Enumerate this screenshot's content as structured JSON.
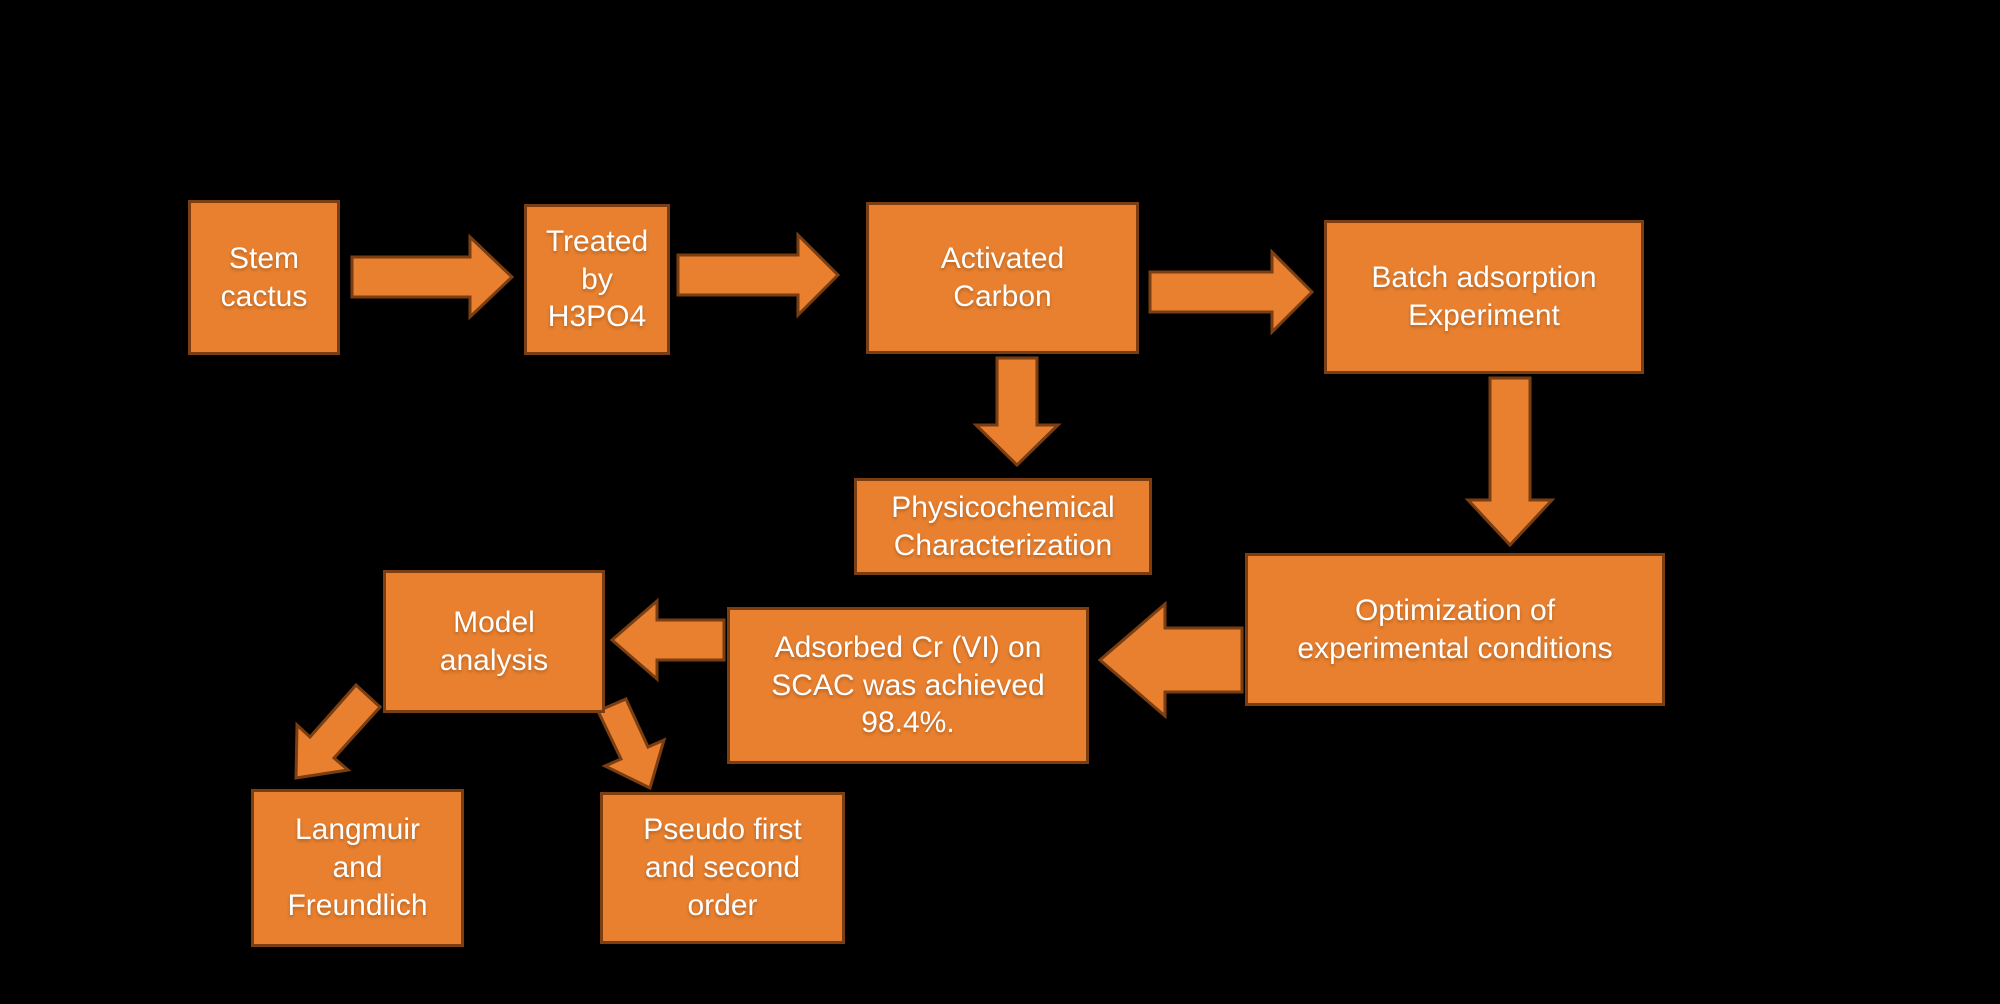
{
  "colors": {
    "background": "#000000",
    "box_fill": "#E8802F",
    "box_border": "#7A3E12",
    "text": "#FFFFFF"
  },
  "diagram": {
    "type": "flowchart",
    "nodes": {
      "stem": {
        "label": "Stem\ncactus"
      },
      "treated": {
        "label": "Treated\nby\nH3PO4"
      },
      "activated": {
        "label": "Activated\nCarbon"
      },
      "batch": {
        "label": "Batch adsorption\nExperiment"
      },
      "physico": {
        "label": "Physicochemical\nCharacterization"
      },
      "optimization": {
        "label": "Optimization of\nexperimental conditions"
      },
      "adsorbed": {
        "label": "Adsorbed Cr (VI) on\nSCAC was achieved\n98.4%."
      },
      "model": {
        "label": "Model\nanalysis"
      },
      "langmuir": {
        "label": "Langmuir\nand\nFreundlich"
      },
      "pseudo": {
        "label": "Pseudo first\nand second\norder"
      }
    },
    "edges": [
      {
        "from": "stem",
        "to": "treated",
        "direction": "right"
      },
      {
        "from": "treated",
        "to": "activated",
        "direction": "right"
      },
      {
        "from": "activated",
        "to": "batch",
        "direction": "right"
      },
      {
        "from": "activated",
        "to": "physico",
        "direction": "down"
      },
      {
        "from": "batch",
        "to": "optimization",
        "direction": "down"
      },
      {
        "from": "optimization",
        "to": "adsorbed",
        "direction": "left"
      },
      {
        "from": "adsorbed",
        "to": "model",
        "direction": "left"
      },
      {
        "from": "model",
        "to": "langmuir",
        "direction": "down-left"
      },
      {
        "from": "model",
        "to": "pseudo",
        "direction": "down-right"
      }
    ]
  }
}
